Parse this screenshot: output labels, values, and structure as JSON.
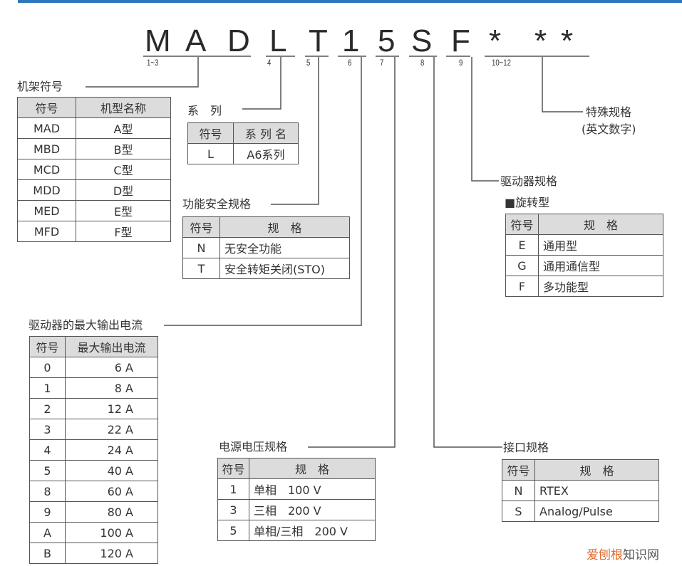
{
  "model_code": {
    "chars": [
      "M",
      "A",
      "D",
      "L",
      "T",
      "1",
      "5",
      "S",
      "F",
      "*",
      "*",
      "*"
    ],
    "position_labels": [
      "1~3",
      "4",
      "5",
      "6",
      "7",
      "8",
      "9",
      "10~12"
    ]
  },
  "frame_symbol": {
    "title": "机架符号",
    "headers": [
      "符号",
      "机型名称"
    ],
    "rows": [
      [
        "MAD",
        "A型"
      ],
      [
        "MBD",
        "B型"
      ],
      [
        "MCD",
        "C型"
      ],
      [
        "MDD",
        "D型"
      ],
      [
        "MED",
        "E型"
      ],
      [
        "MFD",
        "F型"
      ]
    ]
  },
  "series": {
    "title": "系　列",
    "headers": [
      "符号",
      "系 列 名"
    ],
    "rows": [
      [
        "L",
        "A6系列"
      ]
    ]
  },
  "safety": {
    "title": "功能安全规格",
    "headers": [
      "符号",
      "规　格"
    ],
    "rows": [
      [
        "N",
        "无安全功能"
      ],
      [
        "T",
        "安全转矩关闭(STO)"
      ]
    ]
  },
  "max_current": {
    "title": "驱动器的最大输出电流",
    "headers": [
      "符号",
      "最大输出电流"
    ],
    "rows": [
      [
        "0",
        "6 A"
      ],
      [
        "1",
        "8 A"
      ],
      [
        "2",
        "12 A"
      ],
      [
        "3",
        "22 A"
      ],
      [
        "4",
        "24 A"
      ],
      [
        "5",
        "40 A"
      ],
      [
        "8",
        "60 A"
      ],
      [
        "9",
        "80 A"
      ],
      [
        "A",
        "100 A"
      ],
      [
        "B",
        "120 A"
      ]
    ]
  },
  "voltage": {
    "title": "电源电压规格",
    "headers": [
      "符号",
      "规　格"
    ],
    "rows": [
      [
        "1",
        "单相　100 V"
      ],
      [
        "3",
        "三相　200 V"
      ],
      [
        "5",
        "单相/三相　200 V"
      ]
    ]
  },
  "interface": {
    "title": "接口规格",
    "headers": [
      "符号",
      "规　格"
    ],
    "rows": [
      [
        "N",
        "RTEX"
      ],
      [
        "S",
        "Analog/Pulse"
      ]
    ]
  },
  "driver_spec": {
    "title": "驱动器规格",
    "subtitle": "■旋转型",
    "headers": [
      "符号",
      "规　格"
    ],
    "rows": [
      [
        "E",
        "通用型"
      ],
      [
        "G",
        "通用通信型"
      ],
      [
        "F",
        "多功能型"
      ]
    ]
  },
  "special_spec": {
    "title_line1": "特殊规格",
    "title_line2": "(英文数字)"
  },
  "watermark": {
    "part1": "爱刨根",
    "part2": "知识网"
  },
  "colors": {
    "top_bar": "#2e76bd",
    "header_fill": "#dcdcdc",
    "line": "#555555",
    "watermark_accent": "#e26a2c"
  }
}
